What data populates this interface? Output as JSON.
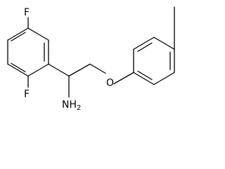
{
  "molecule": {
    "atoms": {
      "fluorine_top": "F",
      "fluorine_bottom": "F",
      "oxygen": "O",
      "amine_main": "NH",
      "amine_sub": "2"
    }
  }
}
